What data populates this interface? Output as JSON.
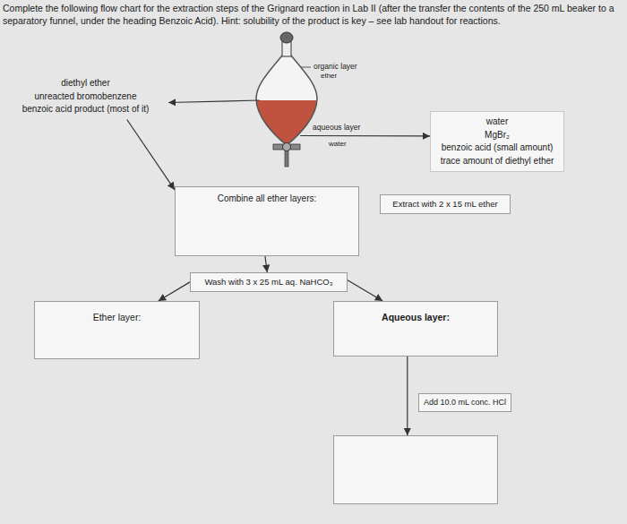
{
  "diagram": {
    "title": "Complete the following flow chart for the extraction steps of the Grignard reaction in Lab II (after the transfer the contents of the 250 mL beaker to a separatory funnel, under the heading Benzoic Acid). Hint: solubility of the product is key – see lab handout for reactions.",
    "nodes": [
      {
        "text": [
          "diethyl ether",
          "unreacted bromobenzene",
          "benzoic acid product (most of it)"
        ]
      },
      {
        "text": []
      },
      {
        "text": [
          "water",
          "MgBr₂",
          "benzoic acid (small amount)",
          "trace amount of diethyl ether"
        ]
      },
      {
        "text": [
          "Combine all ether layers:"
        ]
      },
      {
        "text": [
          "Extract with 2 x 15 mL ether"
        ]
      },
      {
        "text": [
          "Wash with 3 x 25 mL aq. NaHCO₃"
        ]
      },
      {
        "text": [
          "Ether layer:"
        ]
      },
      {
        "text": [
          "Aqueous layer:"
        ]
      },
      {
        "text": [
          "Add 10.0 mL conc. HCl"
        ]
      },
      {
        "text": []
      }
    ],
    "edges": [
      {
        "from": 1,
        "to": 0,
        "arrow": "to"
      },
      {
        "from": 1,
        "to": 2,
        "label": "aqueous layer",
        "arrow": "to"
      },
      {
        "from": 0,
        "to": 3,
        "arrow": "to"
      },
      {
        "from": 3,
        "to": 5,
        "arrow": "to"
      },
      {
        "from": 5,
        "to": 6,
        "arrow": "to"
      },
      {
        "from": 5,
        "to": 7,
        "arrow": "to"
      },
      {
        "from": 7,
        "to": 9,
        "arrow": "to"
      }
    ],
    "labels": [
      "organic layer",
      "ether",
      "water"
    ]
  }
}
